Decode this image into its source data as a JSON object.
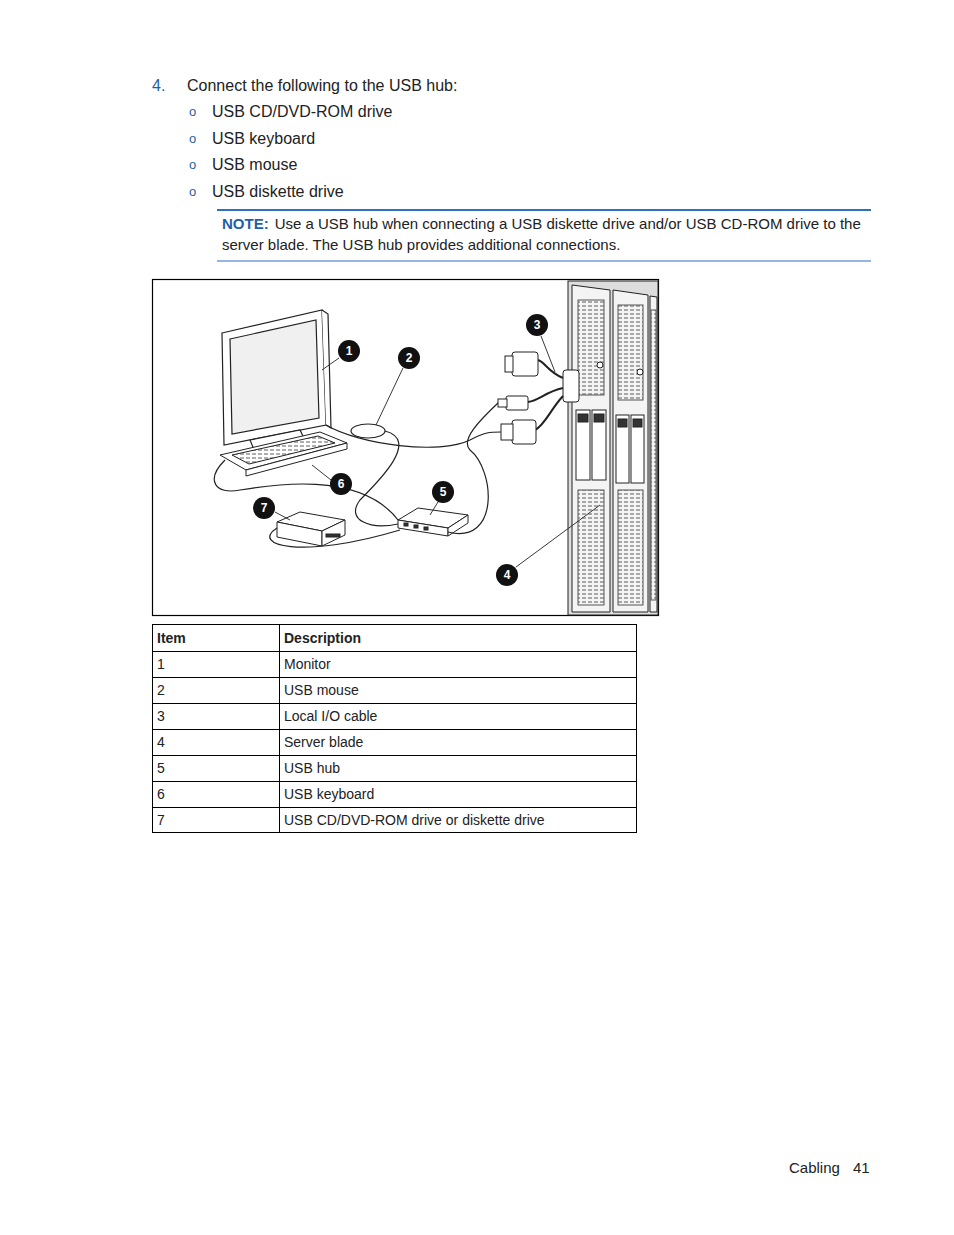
{
  "diagram": {
    "labels": [
      "4.",
      "Connect the following to the USB hub:",
      "o",
      "USB CD/DVD-ROM drive",
      "o",
      "USB keyboard",
      "o",
      "USB mouse",
      "o",
      "USB diskette drive",
      "NOTE:",
      "Use a USB hub when connecting a USB diskette drive and/or USB CD-ROM drive to the server blade. The USB hub provides additional connections.",
      "3",
      "1",
      "2",
      "6",
      "5",
      "7",
      "4",
      "Item",
      "Description",
      "1",
      "Monitor",
      "2",
      "USB mouse",
      "3",
      "Local I/O cable",
      "4",
      "Server blade",
      "5",
      "USB hub",
      "6",
      "USB keyboard",
      "7",
      "USB CD/DVD-ROM drive or diskette drive",
      "Cabling",
      "41"
    ]
  }
}
